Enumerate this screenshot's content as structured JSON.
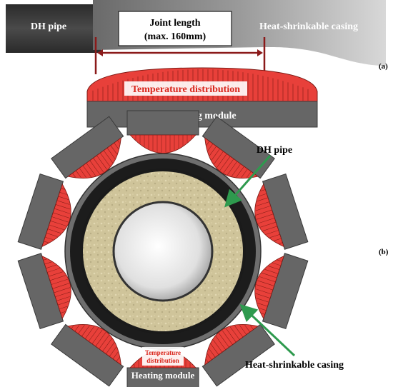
{
  "panel_a": {
    "pipe_label": "DH pipe",
    "joint_length_line1": "Joint length",
    "joint_length_line2": "(max. 160mm)",
    "casing_label": "Heat-shrinkable casing",
    "temperature_label": "Temperature distribution",
    "heating_module_label": "Heating module",
    "panel_letter": "(a)"
  },
  "panel_b": {
    "pipe_label": "DH pipe",
    "casing_label": "Heat-shrinkable casing",
    "temperature_label_line1": "Temperature",
    "temperature_label_line2": "distribution",
    "heating_module_label": "Heating module",
    "panel_letter": "(b)"
  },
  "colors": {
    "module_gray": "#666666",
    "module_border": "#3a3a3a",
    "heat_red": "#e8403a",
    "arrow_green": "#2e9a4e",
    "dimension_red": "#8b1a1a",
    "insulation": "#cfc49a"
  }
}
